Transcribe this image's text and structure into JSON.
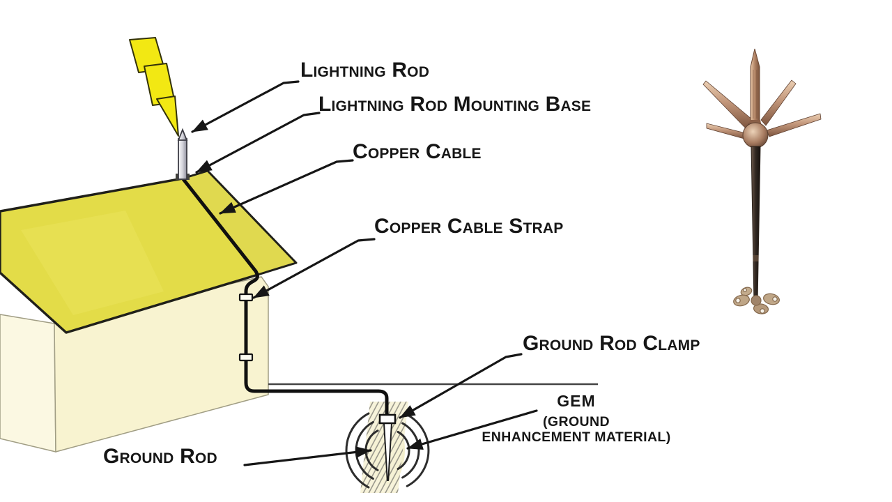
{
  "diagram": {
    "labels": {
      "lightning_rod": "Lightning Rod",
      "mounting_base": "Lightning Rod Mounting Base",
      "copper_cable": "Copper Cable",
      "copper_cable_strap": "Copper Cable Strap",
      "ground_rod_clamp": "Ground Rod Clamp",
      "gem_title": "GEM",
      "gem_line2": "(GROUND",
      "gem_line3": "ENHANCEMENT MATERIAL)",
      "ground_rod": "Ground Rod"
    },
    "colors": {
      "roof_yellow": "#e3dc48",
      "roof_strip_yellow": "#e0d94f",
      "wall_front_cream": "#f8f3d0",
      "wall_left_cream": "#fbf8e2",
      "bolt_yellow": "#f2e813",
      "line_black": "#1a1a1a",
      "copper": "#b98d72"
    },
    "icons": {
      "lightning_bolt": "lightning-bolt-icon",
      "photo": "copper-lightning-rod-photo"
    }
  }
}
